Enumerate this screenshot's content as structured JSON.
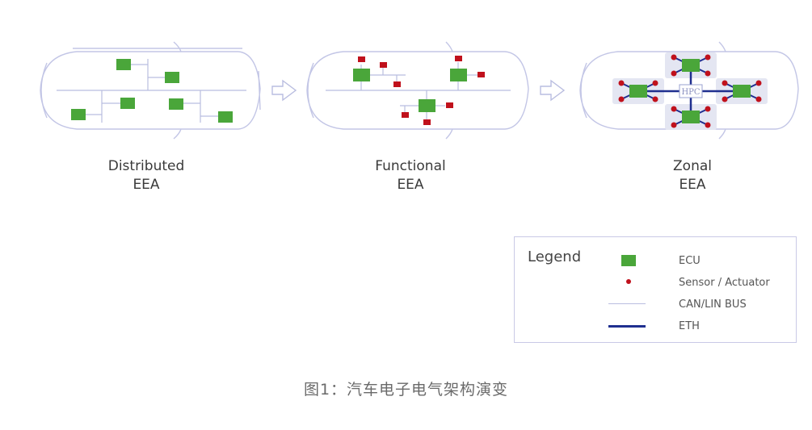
{
  "architectures": [
    {
      "id": "distributed",
      "line1": "Distributed",
      "line2": "EEA"
    },
    {
      "id": "functional",
      "line1": "Functional",
      "line2": "EEA"
    },
    {
      "id": "zonal",
      "line1": "Zonal",
      "line2": "EEA"
    }
  ],
  "zonal_center_label": "HPC",
  "legend": {
    "title": "Legend",
    "items": [
      {
        "symbol": "ecu-square",
        "label": "ECU"
      },
      {
        "symbol": "sensor-dot",
        "label": "Sensor / Actuator"
      },
      {
        "symbol": "thin-line",
        "label": "CAN/LIN BUS"
      },
      {
        "symbol": "thick-line",
        "label": "ETH"
      }
    ]
  },
  "caption": "图1：汽车电子电气架构演变",
  "colors": {
    "ecu": "#4aa63a",
    "sensor": "#c0111c",
    "can_bus": "#b9bde0",
    "eth": "#1f2f8f",
    "car_outline": "#c3c6e6",
    "zone_bg": "#e4e6f2"
  }
}
